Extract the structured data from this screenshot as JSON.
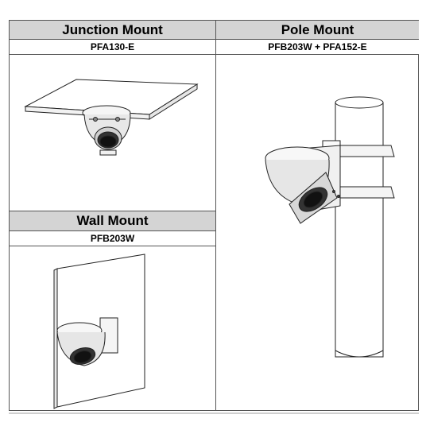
{
  "tables": {
    "junction": {
      "title": "Junction Mount",
      "model": "PFA130-E"
    },
    "pole": {
      "title": "Pole Mount",
      "model": "PFB203W + PFA152-E"
    },
    "wall": {
      "title": "Wall Mount",
      "model": "PFB203W"
    }
  }
}
